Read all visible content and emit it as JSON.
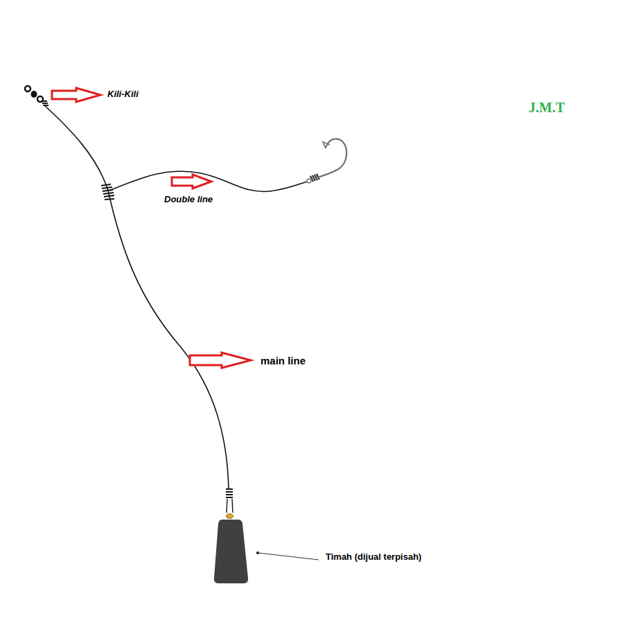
{
  "diagram": {
    "labels": [
      "Kili-Kili",
      "J.M.T",
      "Double line",
      "main line",
      "Timah (dijual terpisah)"
    ]
  }
}
